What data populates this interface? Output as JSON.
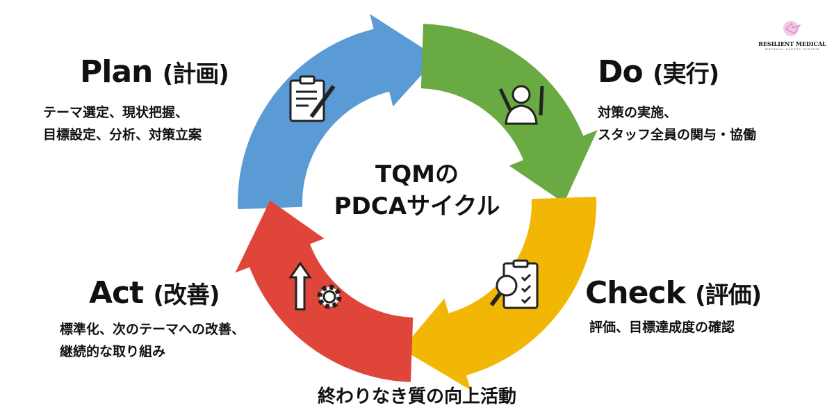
{
  "colors": {
    "plan": "#5b9bd5",
    "do": "#6aaa42",
    "check": "#f2b705",
    "act": "#e0453a"
  },
  "logo": {
    "name": "RESILIENT MEDICAL",
    "subtitle": "MEDICAL SAFETY SYSTEM"
  },
  "center": {
    "line1": "TQMの",
    "line2": "PDCAサイクル"
  },
  "phases": {
    "plan": {
      "title": "Plan",
      "jp": "(計画)",
      "desc1": "テーマ選定、現状把握、",
      "desc2": "目標設定、分析、対策立案",
      "icon": "clipboard-pencil-icon"
    },
    "do": {
      "title": "Do",
      "jp": "(実行)",
      "desc1": "対策の実施、",
      "desc2": "スタッフ全員の関与・協働",
      "icon": "worker-tools-icon"
    },
    "check": {
      "title": "Check",
      "jp": "(評価)",
      "desc1": "評価、目標達成度の確認",
      "icon": "magnifier-checklist-icon"
    },
    "act": {
      "title": "Act",
      "jp": "(改善)",
      "desc1": "標準化、次のテーマへの改善、",
      "desc2": "継続的な取り組み",
      "icon": "arrow-up-gear-icon"
    }
  },
  "footer": "終わりなき質の向上活動"
}
